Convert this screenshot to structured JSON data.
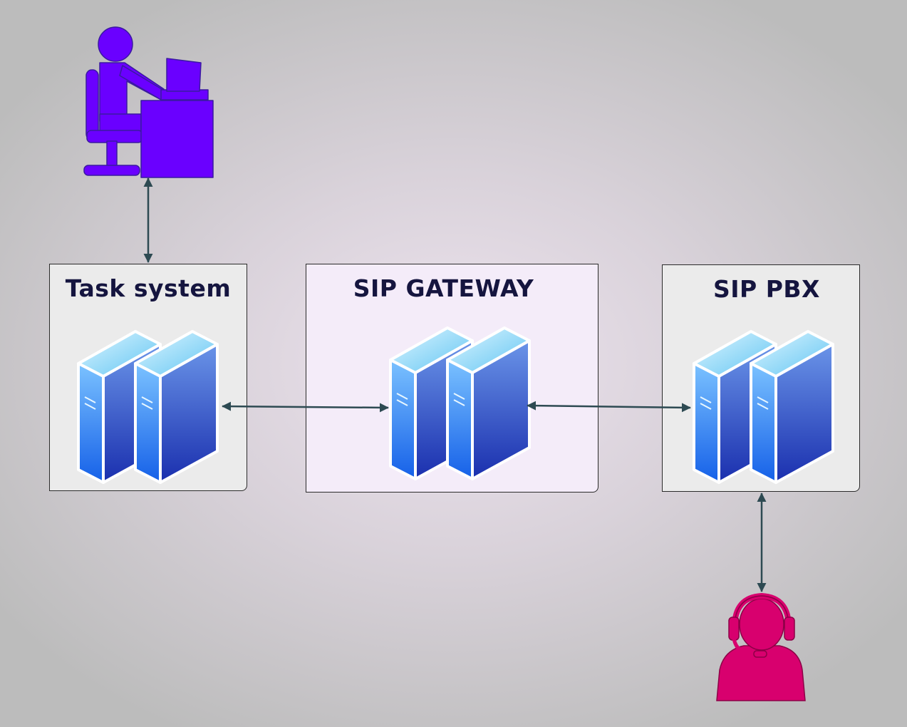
{
  "diagram": {
    "nodes": [
      {
        "id": "task-system",
        "title": "Task system"
      },
      {
        "id": "sip-gateway",
        "title": "SIP GATEWAY"
      },
      {
        "id": "sip-pbx",
        "title": "SIP PBX"
      }
    ],
    "actors": [
      {
        "id": "desk-worker",
        "icon": "person-at-desk-icon",
        "color": "#6a00ff"
      },
      {
        "id": "call-agent",
        "icon": "headset-agent-icon",
        "color": "#d8006e"
      }
    ],
    "connectors": [
      {
        "from": "desk-worker",
        "to": "task-system",
        "style": "bidirectional-arrow"
      },
      {
        "from": "task-system",
        "to": "sip-gateway",
        "style": "bidirectional-arrow"
      },
      {
        "from": "sip-gateway",
        "to": "sip-pbx",
        "style": "bidirectional-arrow"
      },
      {
        "from": "sip-pbx",
        "to": "call-agent",
        "style": "bidirectional-arrow"
      }
    ]
  },
  "colors": {
    "connector": "#2d4a52",
    "node_title": "#15153f",
    "server_light": "#8fe3ff",
    "server_dark": "#1b2fae"
  }
}
